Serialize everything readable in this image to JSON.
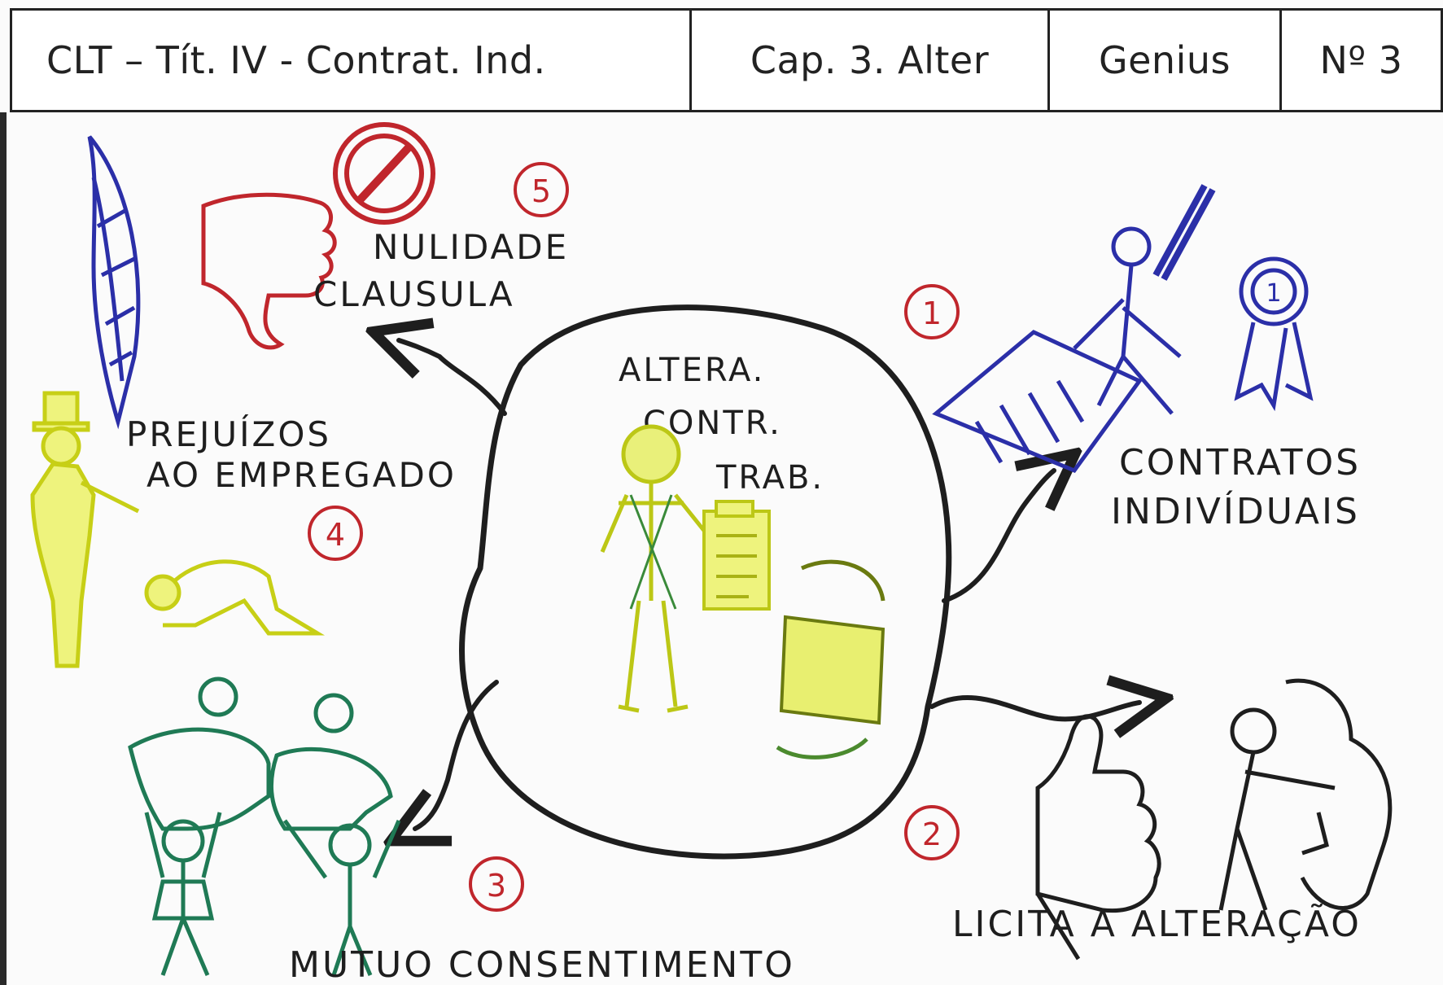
{
  "header": {
    "title": "CLT – Tít. IV - Contrat. Ind.",
    "chapter": "Cap. 3. Alter",
    "brand": "Genius",
    "number": "Nº 3"
  },
  "center": {
    "line1": "ALTERA.",
    "line2": "CONTR.",
    "line3": "TRAB."
  },
  "branches": [
    {
      "num": "1",
      "line1": "CONTRATOS",
      "line2": "INDIVÍDUAIS"
    },
    {
      "num": "2",
      "line1": "LICITA A ALTERAÇÃO",
      "line2": ""
    },
    {
      "num": "3",
      "line1": "MUTUO CONSENTIMENTO",
      "line2": ""
    },
    {
      "num": "4",
      "line1": "PREJUÍZOS",
      "line2": "AO EMPREGADO"
    },
    {
      "num": "5",
      "line1": "NULIDADE",
      "line2": "CLAUSULA"
    }
  ],
  "colors": {
    "ink": "#1e1e1e",
    "red": "#c0262c",
    "blue": "#2b2fa8",
    "yellow": "#d6e020",
    "green": "#1f7a55"
  },
  "icons": [
    "feather-icon",
    "thumbs-down-icon",
    "prohibited-icon",
    "pen-writing-icon",
    "award-ribbon-icon",
    "thumbs-up-icon",
    "people-puzzle-icon",
    "worker-icon",
    "document-icon",
    "exchange-icon",
    "top-hat-man-icon",
    "kneeling-person-icon",
    "handshake-figures-icon"
  ]
}
